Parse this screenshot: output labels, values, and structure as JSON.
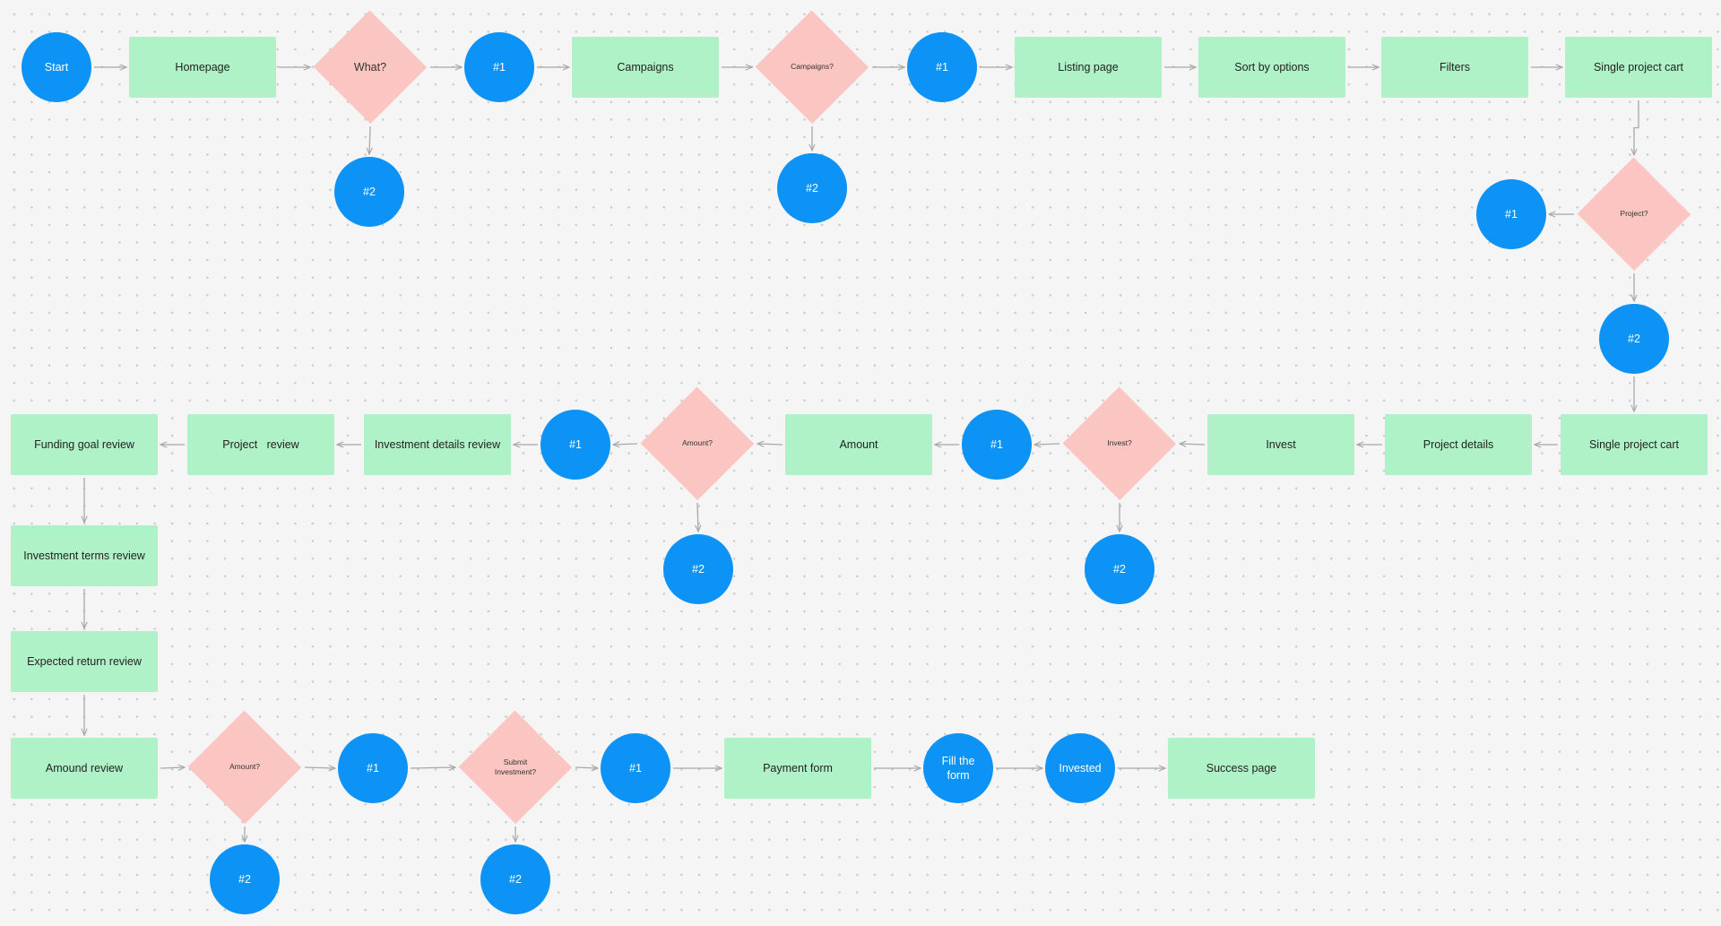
{
  "diagram": {
    "nodes": [
      {
        "id": "n-start",
        "label": "Start",
        "shape": "circle"
      },
      {
        "id": "n-homepage",
        "label": "Homepage",
        "shape": "rect"
      },
      {
        "id": "n-what",
        "label": "What?",
        "shape": "diamond"
      },
      {
        "id": "n-what-1",
        "label": "#1",
        "shape": "circle"
      },
      {
        "id": "n-what-2",
        "label": "#2",
        "shape": "circle"
      },
      {
        "id": "n-campaigns",
        "label": "Campaigns",
        "shape": "rect"
      },
      {
        "id": "n-campaigns-q",
        "label": "Campaigns?",
        "shape": "diamond"
      },
      {
        "id": "n-campaigns-1",
        "label": "#1",
        "shape": "circle"
      },
      {
        "id": "n-campaigns-2",
        "label": "#2",
        "shape": "circle"
      },
      {
        "id": "n-listing",
        "label": "Listing page",
        "shape": "rect"
      },
      {
        "id": "n-sort",
        "label": "Sort by options",
        "shape": "rect"
      },
      {
        "id": "n-filters",
        "label": "Filters",
        "shape": "rect"
      },
      {
        "id": "n-cart-top",
        "label": "Single project cart",
        "shape": "rect"
      },
      {
        "id": "n-project-q",
        "label": "Project?",
        "shape": "diamond"
      },
      {
        "id": "n-project-1",
        "label": "#1",
        "shape": "circle"
      },
      {
        "id": "n-project-2",
        "label": "#2",
        "shape": "circle"
      },
      {
        "id": "n-cart-mid",
        "label": "Single project cart",
        "shape": "rect"
      },
      {
        "id": "n-project-details",
        "label": "Project details",
        "shape": "rect"
      },
      {
        "id": "n-invest",
        "label": "Invest",
        "shape": "rect"
      },
      {
        "id": "n-invest-q",
        "label": "Invest?",
        "shape": "diamond"
      },
      {
        "id": "n-invest-1",
        "label": "#1",
        "shape": "circle"
      },
      {
        "id": "n-invest-2",
        "label": "#2",
        "shape": "circle"
      },
      {
        "id": "n-amount",
        "label": "Amount",
        "shape": "rect"
      },
      {
        "id": "n-amount-q",
        "label": "Amount?",
        "shape": "diamond"
      },
      {
        "id": "n-amount-1",
        "label": "#1",
        "shape": "circle"
      },
      {
        "id": "n-amount-2",
        "label": "#2",
        "shape": "circle"
      },
      {
        "id": "n-inv-details-review",
        "label": "Investment details review",
        "shape": "rect"
      },
      {
        "id": "n-project-review",
        "label": "Project   review",
        "shape": "rect"
      },
      {
        "id": "n-funding-review",
        "label": "Funding goal review",
        "shape": "rect"
      },
      {
        "id": "n-terms-review",
        "label": "Investment terms review",
        "shape": "rect"
      },
      {
        "id": "n-return-review",
        "label": "Expected return review",
        "shape": "rect"
      },
      {
        "id": "n-amound-review",
        "label": "Amound review",
        "shape": "rect"
      },
      {
        "id": "n-amount2-q",
        "label": "Amount?",
        "shape": "diamond"
      },
      {
        "id": "n-amount2-1",
        "label": "#1",
        "shape": "circle"
      },
      {
        "id": "n-amount2-2",
        "label": "#2",
        "shape": "circle"
      },
      {
        "id": "n-submit-q",
        "label": "Submit\nInvestment?",
        "shape": "diamond"
      },
      {
        "id": "n-submit-1",
        "label": "#1",
        "shape": "circle"
      },
      {
        "id": "n-submit-2",
        "label": "#2",
        "shape": "circle"
      },
      {
        "id": "n-payment",
        "label": "Payment form",
        "shape": "rect"
      },
      {
        "id": "n-fill",
        "label": "Fill the\nform",
        "shape": "circle"
      },
      {
        "id": "n-invested",
        "label": "Invested",
        "shape": "circle"
      },
      {
        "id": "n-success",
        "label": "Success page",
        "shape": "rect"
      }
    ],
    "edges": [
      {
        "from": "n-start",
        "to": "n-homepage"
      },
      {
        "from": "n-homepage",
        "to": "n-what"
      },
      {
        "from": "n-what",
        "to": "n-what-1"
      },
      {
        "from": "n-what",
        "to": "n-what-2"
      },
      {
        "from": "n-what-1",
        "to": "n-campaigns"
      },
      {
        "from": "n-campaigns",
        "to": "n-campaigns-q"
      },
      {
        "from": "n-campaigns-q",
        "to": "n-campaigns-1"
      },
      {
        "from": "n-campaigns-q",
        "to": "n-campaigns-2"
      },
      {
        "from": "n-campaigns-1",
        "to": "n-listing"
      },
      {
        "from": "n-listing",
        "to": "n-sort"
      },
      {
        "from": "n-sort",
        "to": "n-filters"
      },
      {
        "from": "n-filters",
        "to": "n-cart-top"
      },
      {
        "from": "n-cart-top",
        "to": "n-project-q"
      },
      {
        "from": "n-project-q",
        "to": "n-project-1"
      },
      {
        "from": "n-project-q",
        "to": "n-project-2"
      },
      {
        "from": "n-project-2",
        "to": "n-cart-mid"
      },
      {
        "from": "n-cart-mid",
        "to": "n-project-details"
      },
      {
        "from": "n-project-details",
        "to": "n-invest"
      },
      {
        "from": "n-invest",
        "to": "n-invest-q"
      },
      {
        "from": "n-invest-q",
        "to": "n-invest-1"
      },
      {
        "from": "n-invest-q",
        "to": "n-invest-2"
      },
      {
        "from": "n-invest-1",
        "to": "n-amount"
      },
      {
        "from": "n-amount",
        "to": "n-amount-q"
      },
      {
        "from": "n-amount-q",
        "to": "n-amount-1"
      },
      {
        "from": "n-amount-q",
        "to": "n-amount-2"
      },
      {
        "from": "n-amount-1",
        "to": "n-inv-details-review"
      },
      {
        "from": "n-inv-details-review",
        "to": "n-project-review"
      },
      {
        "from": "n-project-review",
        "to": "n-funding-review"
      },
      {
        "from": "n-funding-review",
        "to": "n-terms-review"
      },
      {
        "from": "n-terms-review",
        "to": "n-return-review"
      },
      {
        "from": "n-return-review",
        "to": "n-amound-review"
      },
      {
        "from": "n-amound-review",
        "to": "n-amount2-q"
      },
      {
        "from": "n-amount2-q",
        "to": "n-amount2-1"
      },
      {
        "from": "n-amount2-q",
        "to": "n-amount2-2"
      },
      {
        "from": "n-amount2-1",
        "to": "n-submit-q"
      },
      {
        "from": "n-submit-q",
        "to": "n-submit-1"
      },
      {
        "from": "n-submit-q",
        "to": "n-submit-2"
      },
      {
        "from": "n-submit-1",
        "to": "n-payment"
      },
      {
        "from": "n-payment",
        "to": "n-fill"
      },
      {
        "from": "n-fill",
        "to": "n-invested"
      },
      {
        "from": "n-invested",
        "to": "n-success"
      }
    ]
  },
  "colors": {
    "process": "#b0f2c8",
    "decision": "#fbc6c1",
    "connector": "#0c93f5",
    "edge": "#a8a8a8",
    "canvas": "#f5f5f5"
  }
}
